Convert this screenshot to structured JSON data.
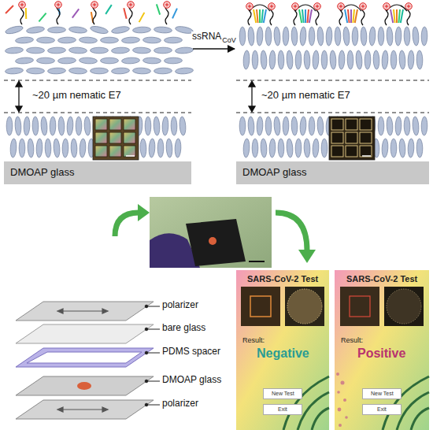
{
  "diagram": {
    "nodes": [
      {
        "text": [
          "~20 µm nematic E7"
        ]
      },
      {
        "text": [
          "DMOAP glass"
        ],
        "in": 0
      },
      {
        "text": [
          "~20 µm nematic E7"
        ]
      },
      {
        "text": [
          "DMOAP glass"
        ],
        "in": 2
      },
      {
        "text": [
          "SARS-CoV-2 Test",
          "Result:",
          "Negative"
        ]
      },
      {
        "text": [
          "New Test"
        ],
        "in": 4
      },
      {
        "text": [
          "Exit"
        ],
        "in": 4
      },
      {
        "text": [
          "SARS-CoV-2 Test",
          "Result:",
          "Positive"
        ]
      },
      {
        "text": [
          "New Test"
        ],
        "in": 7
      },
      {
        "text": [
          "Exit"
        ],
        "in": 7
      }
    ],
    "edges": [
      {
        "from": 0,
        "to": 2,
        "arrow": "to",
        "label": "ssRNA"
      }
    ],
    "labels": [
      "CoV",
      "polarizer",
      "bare glass",
      "PDMS spacer",
      "DMOAP glass",
      "polarizer"
    ]
  }
}
